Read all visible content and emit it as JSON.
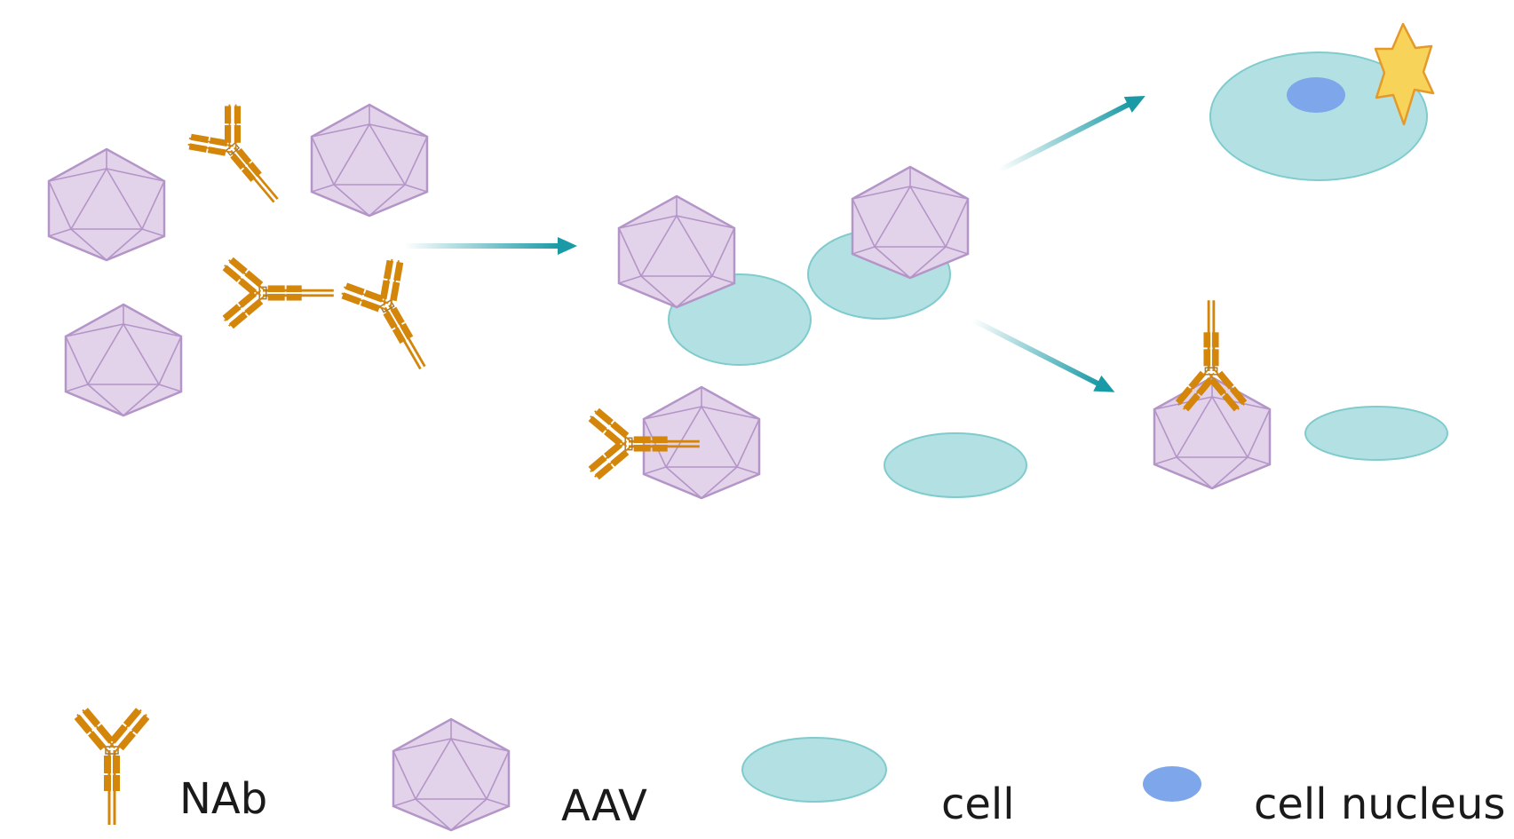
{
  "legend": {
    "nab_label": "NAb",
    "aav_label": "AAV",
    "cell_label": "cell",
    "nucleus_label": "cell nucleus"
  },
  "colors": {
    "antibody": "#d4860b",
    "antibody_dark": "#a9650a",
    "capsid_fill": "#e3d3ea",
    "capsid_stroke": "#b495c8",
    "cell_fill": "#b3e1e3",
    "cell_stroke": "#7fcbcd",
    "nucleus": "#7ea6ea",
    "arrow": "#1a9aa6",
    "star_fill": "#f8d35a",
    "star_stroke": "#e39a2a"
  },
  "icons": [
    "antibody-icon",
    "aav-capsid-icon",
    "cell-icon",
    "nucleus-icon",
    "expression-star-icon",
    "arrow-icon"
  ]
}
